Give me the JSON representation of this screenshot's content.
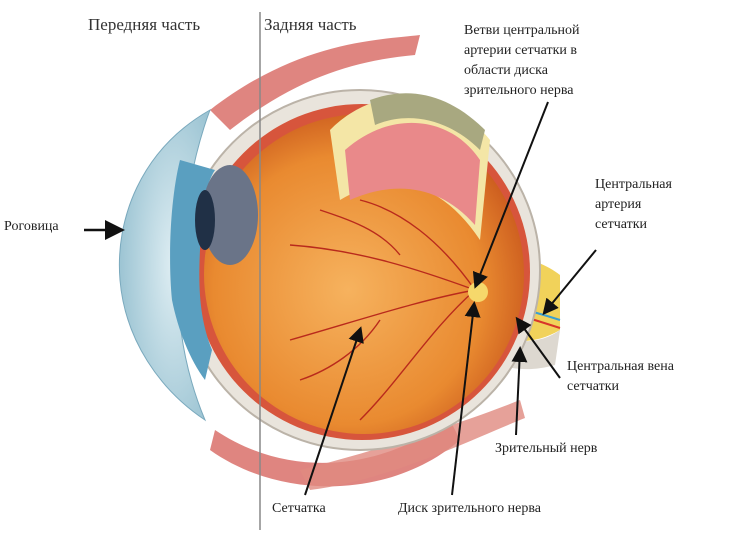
{
  "headers": {
    "front": "Передняя часть",
    "back": "Задняя часть"
  },
  "labels": {
    "cornea": "Роговица",
    "branches": [
      "Ветви центральной",
      "артерии сетчатки в",
      "области диска",
      "зрительного нерва"
    ],
    "central_artery": [
      "Центральная",
      "артерия",
      "сетчатки"
    ],
    "central_vein": [
      "Центральная вена",
      "сетчатки"
    ],
    "optic_nerve": "Зрительный нерв",
    "retina": "Сетчатка",
    "optic_disc": "Диск зрительного нерва"
  },
  "colors": {
    "sclera": "#e9e4dc",
    "retina": "#e9892f",
    "vitreous": "#f3a14a",
    "iris": "#5a9fc0",
    "muscle": "#d9706a",
    "nerve": "#f1d25a"
  }
}
